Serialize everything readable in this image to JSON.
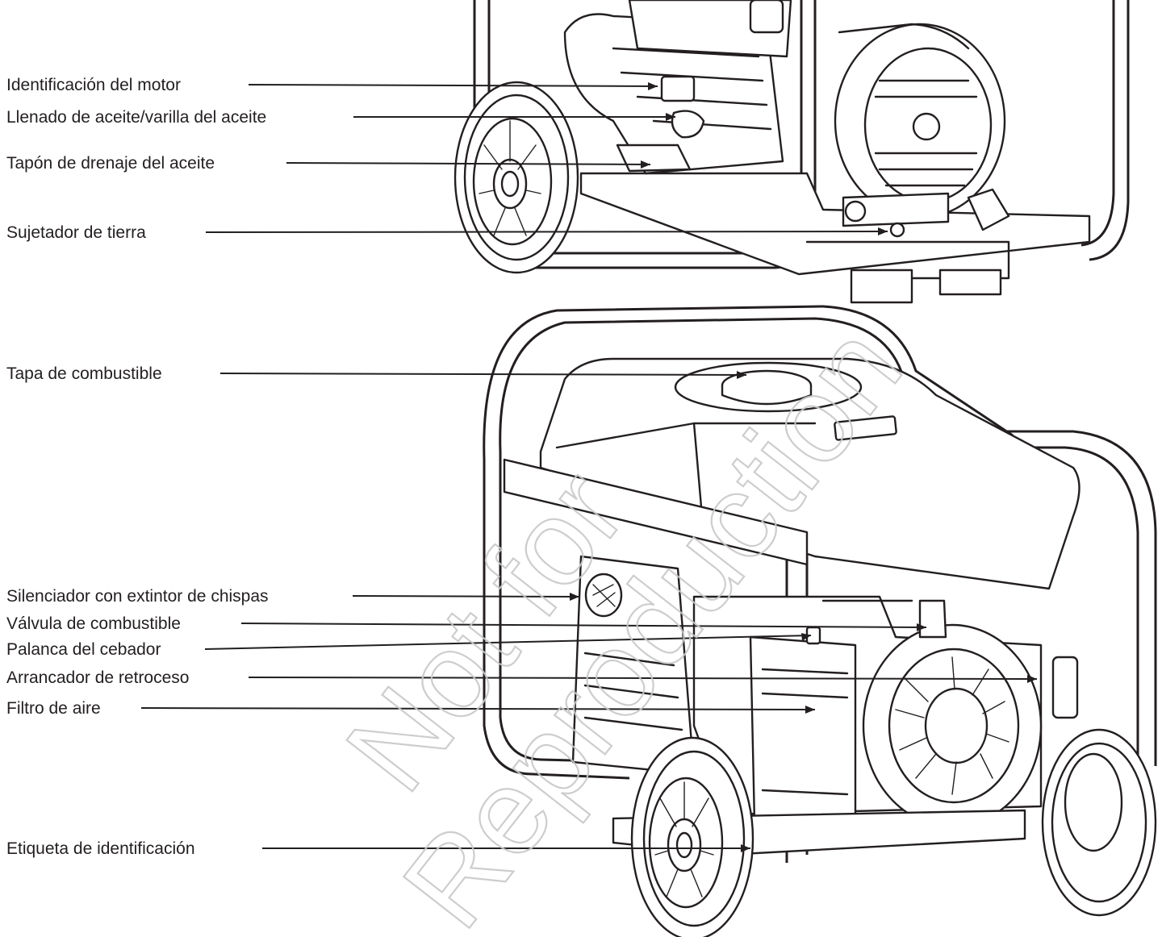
{
  "callouts_top": [
    {
      "id": "motor-id",
      "label": "Identificación del motor"
    },
    {
      "id": "oil-fill",
      "label": "Llenado de aceite/varilla del aceite"
    },
    {
      "id": "oil-drain",
      "label": "Tapón de drenaje del aceite"
    },
    {
      "id": "ground",
      "label": "Sujetador de tierra"
    }
  ],
  "callouts_bottom": [
    {
      "id": "fuel-cap",
      "label": "Tapa de combustible"
    },
    {
      "id": "muffler",
      "label": "Silenciador con extintor de chispas"
    },
    {
      "id": "fuel-valve",
      "label": "Válvula de combustible"
    },
    {
      "id": "choke",
      "label": "Palanca del cebador"
    },
    {
      "id": "recoil",
      "label": "Arrancador de retroceso"
    },
    {
      "id": "air-filter",
      "label": "Filtro de aire"
    },
    {
      "id": "id-label",
      "label": "Etiqueta de identificación"
    }
  ],
  "watermark": {
    "line1": "Not for",
    "line2": "Reproduction"
  },
  "colors": {
    "ink": "#231f20",
    "watermark": "#c8c8c8",
    "background": "#ffffff"
  }
}
